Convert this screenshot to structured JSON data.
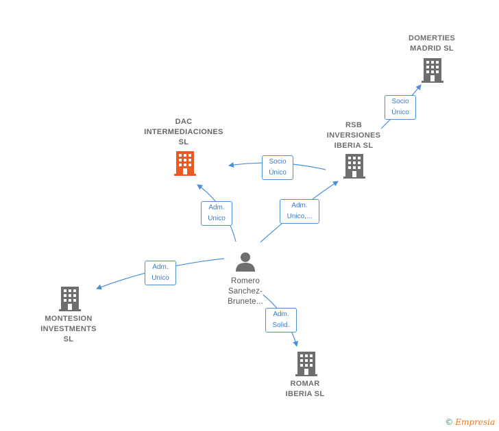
{
  "nodes": {
    "dac": {
      "lines": [
        "DAC",
        "INTERMEDIACIONES",
        "SL"
      ],
      "color": "#ec5a24"
    },
    "domerties": {
      "lines": [
        "DOMERTIES",
        "MADRID  SL"
      ],
      "color": "#6e6e6e"
    },
    "rsb": {
      "lines": [
        "RSB",
        "INVERSIONES",
        "IBERIA  SL"
      ],
      "color": "#6e6e6e"
    },
    "montesion": {
      "lines": [
        "MONTESION",
        "INVESTMENTS",
        "SL"
      ],
      "color": "#6e6e6e"
    },
    "romar": {
      "lines": [
        "ROMAR",
        "IBERIA  SL"
      ],
      "color": "#6e6e6e"
    },
    "person": {
      "lines": [
        "Romero",
        "Sanchez-",
        "Brunete..."
      ],
      "color": "#6e6e6e"
    }
  },
  "edge_labels": {
    "rsb_domerties": [
      "Socio",
      "Único"
    ],
    "rsb_dac": [
      "Socio",
      "Único"
    ],
    "person_dac": [
      "Adm.",
      "Unico"
    ],
    "person_rsb": [
      "Adm.",
      "Unico,..."
    ],
    "person_montesion": [
      "Adm.",
      "Unico"
    ],
    "person_romar": [
      "Adm.",
      "Solid."
    ]
  },
  "colors": {
    "edge": "#4a90d9"
  },
  "brand": {
    "copyright": "©",
    "name": "Empresia"
  }
}
